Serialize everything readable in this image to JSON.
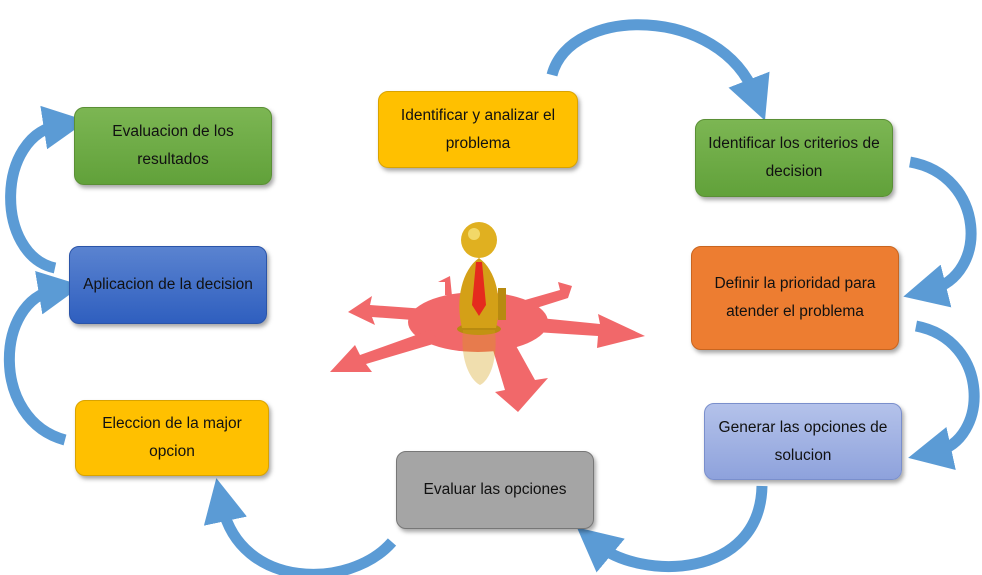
{
  "steps": [
    {
      "label": "Identificar y analizar el problema"
    },
    {
      "label": "Identificar los criterios de decision"
    },
    {
      "label": "Definir la prioridad para atender el problema"
    },
    {
      "label": "Generar las opciones de solucion"
    },
    {
      "label": "Evaluar las opciones"
    },
    {
      "label": "Eleccion de la major opcion"
    },
    {
      "label": "Aplicacion de la decision"
    },
    {
      "label": "Evaluacion de los resultados"
    }
  ],
  "colors": {
    "arrow": "#5B9BD5",
    "center_arrows": "#F0585A",
    "figure": "#D4A017"
  }
}
